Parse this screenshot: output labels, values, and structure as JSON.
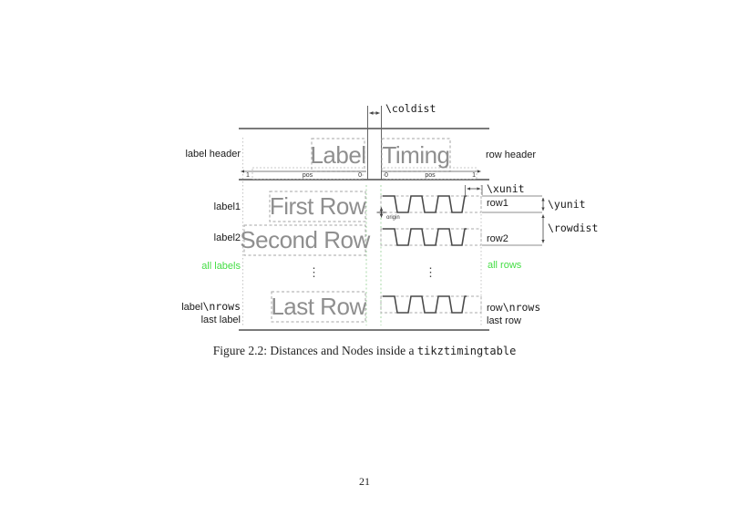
{
  "figure": {
    "coldist": "\\coldist",
    "xunit": "\\xunit",
    "yunit": "\\yunit",
    "rowdist": "\\rowdist",
    "origin": "origin",
    "header": {
      "label_header": "label header",
      "label_col": "Label",
      "timing_col": "Timing",
      "row_header": "row header"
    },
    "ruler": {
      "left": {
        "start": "1",
        "mid": "pos",
        "end": "0"
      },
      "right": {
        "start": "0",
        "mid": "pos",
        "end": "1"
      }
    },
    "rows": [
      {
        "label": "label1",
        "name": "First Row",
        "row": "row1"
      },
      {
        "label": "label2",
        "name": "Second Row",
        "row": "row2"
      }
    ],
    "ellipsis": "⋮",
    "all_labels": "all labels",
    "all_rows": "all rows",
    "last_row": {
      "label_prefix": "label",
      "label_macro": "\\nrows",
      "label_line2": "last label",
      "name": "Last Row",
      "row_prefix": "row",
      "row_macro": "\\nrows",
      "row_line2": "last row"
    }
  },
  "caption": {
    "text": "Figure 2.2: Distances and Nodes inside a",
    "code": "tikztimingtable"
  },
  "page_number": "21",
  "colors": {
    "highlight_green": "#44dd44",
    "big_text_gray": "#8f8f8f",
    "rule_gray": "#7a7a7a",
    "wave_gray": "#4a4a4a"
  }
}
